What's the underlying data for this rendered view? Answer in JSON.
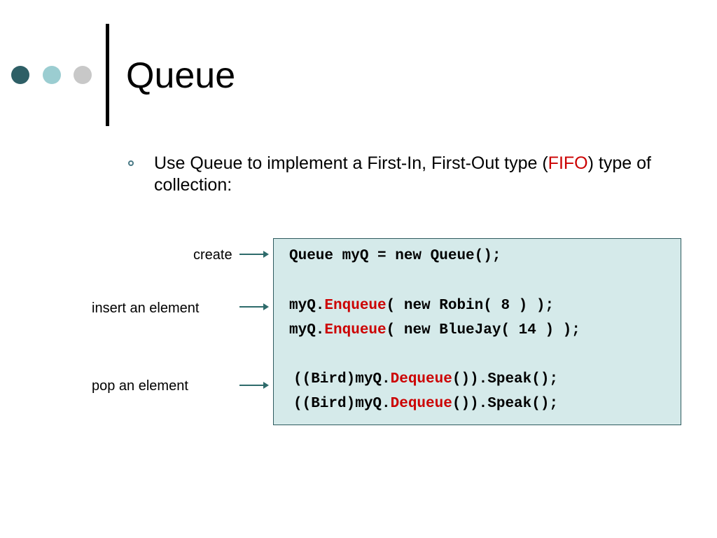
{
  "slide": {
    "title": "Queue",
    "colors": {
      "dot_dark": "#2e5f66",
      "dot_mid": "#9bcdd1",
      "dot_light": "#c8c8c8",
      "bullet": "#4a7a86",
      "highlight": "#cc0000",
      "code_bg": "#d5eaea",
      "code_border": "#2e5a5e",
      "arrow": "#2e6b6b"
    }
  },
  "bullet": {
    "text_before": "Use Queue to implement a First-In, First-Out type (",
    "highlight": "FIFO",
    "text_after": ") type of collection:"
  },
  "labels": {
    "create": "create",
    "insert": "insert an element",
    "pop": "pop an element"
  },
  "code": {
    "line1": "Queue myQ = new Queue();",
    "line2": {
      "pre": "myQ.",
      "kw": "Enqueue",
      "post": "( new Robin( 8 ) );"
    },
    "line3": {
      "pre": "myQ.",
      "kw": "Enqueue",
      "post": "( new BlueJay( 14 ) );"
    },
    "line4": {
      "pre": "((Bird)myQ.",
      "kw": "Dequeue",
      "post": "()).Speak();"
    },
    "line5": {
      "pre": "((Bird)myQ.",
      "kw": "Dequeue",
      "post": "()).Speak();"
    }
  }
}
